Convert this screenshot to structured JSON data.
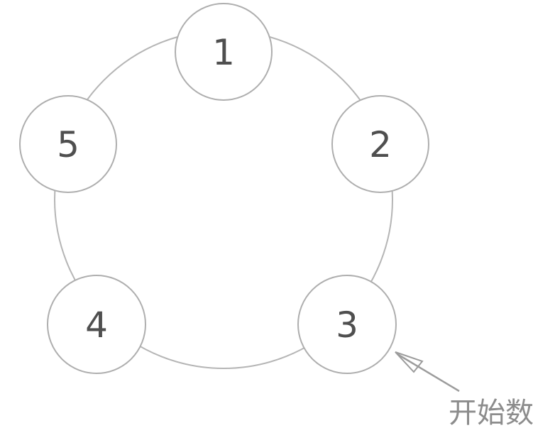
{
  "diagram": {
    "nodes": [
      {
        "label": "1"
      },
      {
        "label": "2"
      },
      {
        "label": "3"
      },
      {
        "label": "4"
      },
      {
        "label": "5"
      }
    ],
    "annotation": {
      "label": "开始数"
    },
    "colors": {
      "background": "#ffffff",
      "ring_stroke": "#b5b5b5",
      "node_stroke": "#aeaeae",
      "node_fill": "#ffffff",
      "number_color": "#4f4f4f",
      "arrow_color": "#9c9c9c",
      "annotation_color": "#8c8c8c"
    }
  }
}
